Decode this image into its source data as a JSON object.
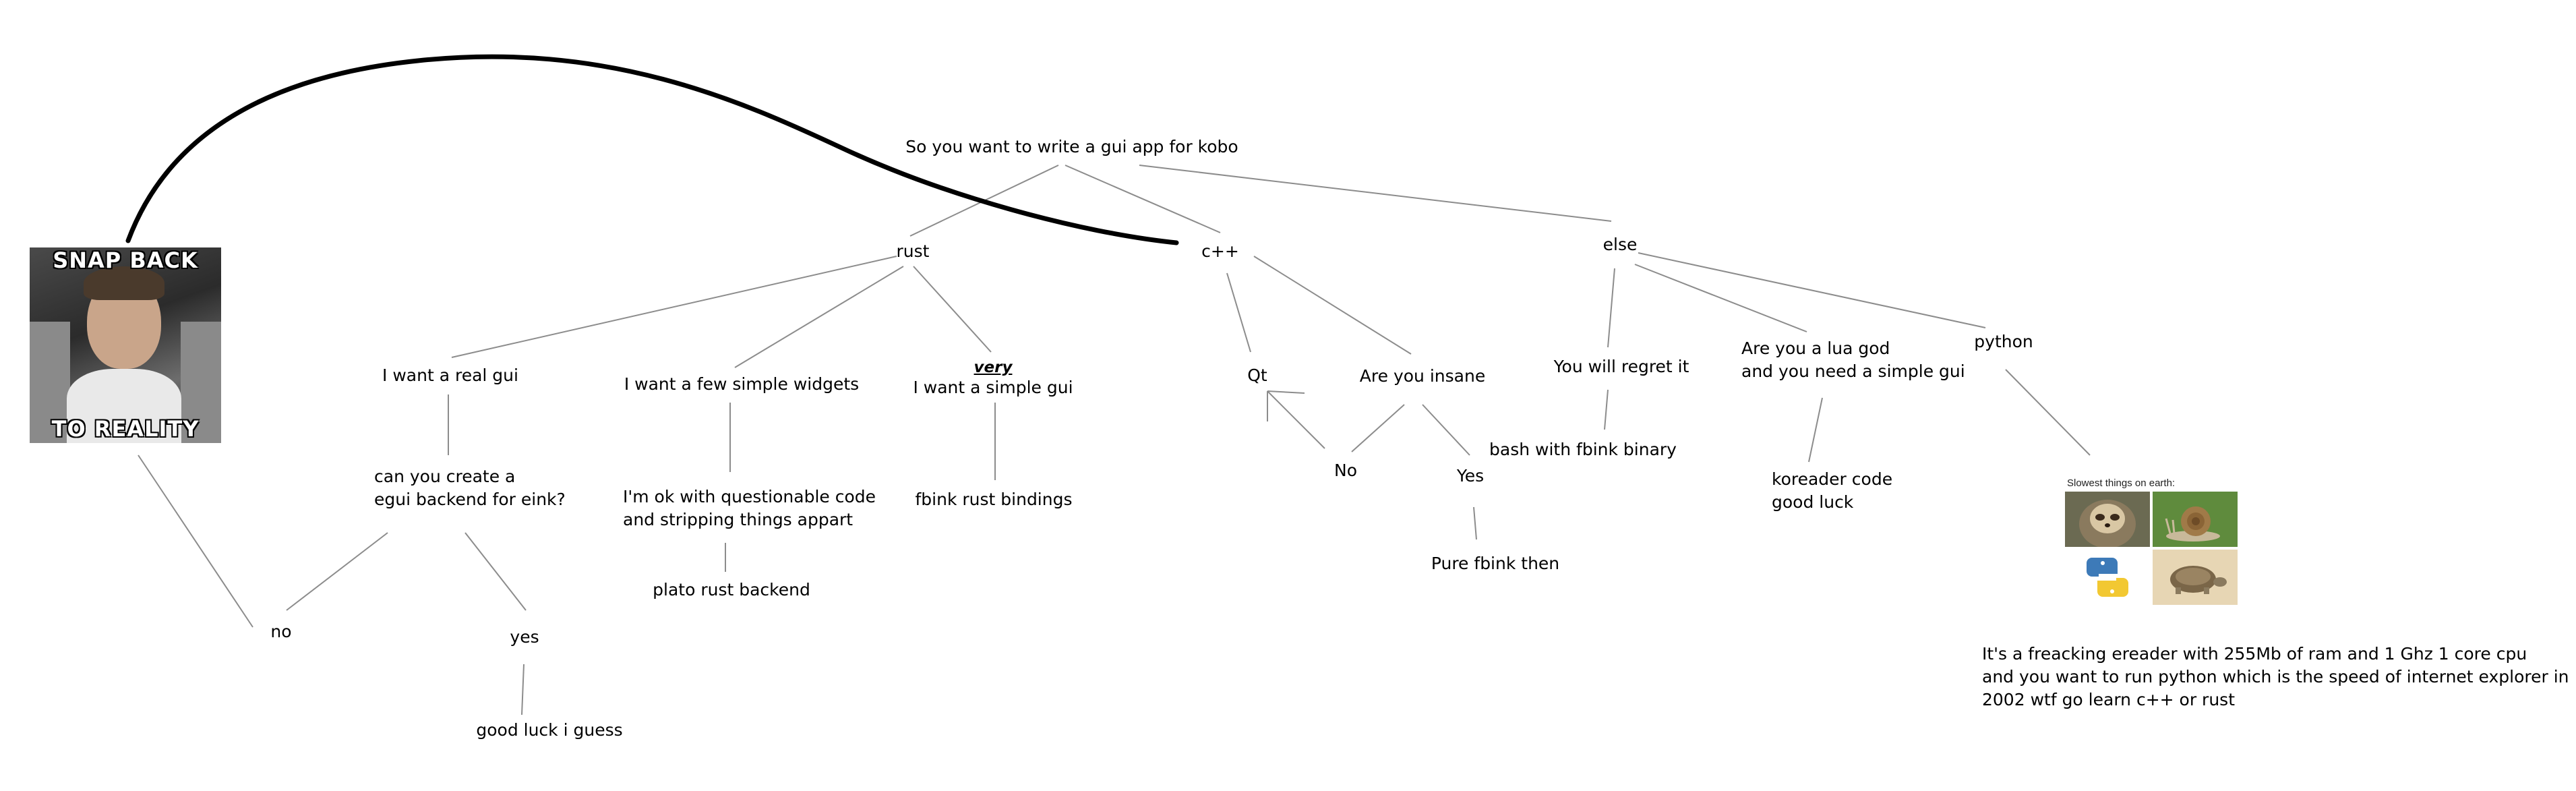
{
  "nodes": {
    "root": "So you want to write a gui app for kobo",
    "rust": "rust",
    "cpp": "c++",
    "else": "else",
    "real_gui": "I want a real gui",
    "few_widgets": "I want a few simple widgets",
    "very": "very",
    "simple_gui": "I want a simple gui",
    "egui_q": "can you create a\negui backend for eink?",
    "no_left": "no",
    "yes_left": "yes",
    "good_luck": "good luck i guess",
    "questionable": "I'm ok with questionable code\nand stripping things appart",
    "plato": "plato rust backend",
    "fbink_rust": "fbink rust bindings",
    "qt": "Qt",
    "insane": "Are you insane",
    "no_mid": "No",
    "yes_mid": "Yes",
    "pure_fbink": "Pure fbink then",
    "regret": "You will regret it",
    "bash_fbink": "bash with fbink binary",
    "lua_god": "Are you a lua god\nand you need a simple gui",
    "koreader": "koreader code\ngood luck",
    "python": "python",
    "rant": "It's a freacking ereader with 255Mb of ram and 1 Ghz 1 core cpu\nand you want to run python which is the speed of internet explorer in\n2002 wtf go learn c++ or rust"
  },
  "meme": {
    "top": "SNAP BACK",
    "bottom": "TO REALITY"
  },
  "slowest": {
    "title": "Slowest things on earth:",
    "icons": [
      "sloth-icon",
      "snail-icon",
      "python-logo-icon",
      "tortoise-icon"
    ]
  }
}
